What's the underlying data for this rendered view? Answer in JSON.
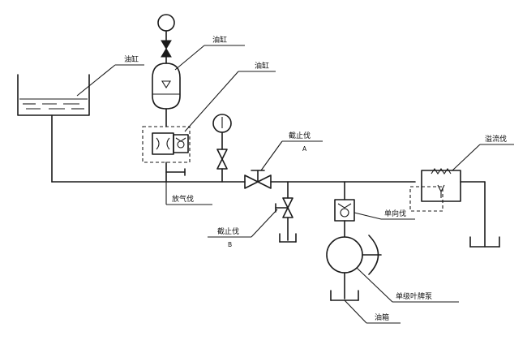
{
  "labels": {
    "tank_top": "油缸",
    "accumulator": "油缸",
    "filter_unit": "油缸",
    "stop_valve_a": "截止伐",
    "stop_valve_a_tag": "A",
    "relief_valve": "溢流伐",
    "vent_valve": "放气伐",
    "check_valve": "单向伐",
    "stop_valve_b": "截止伐",
    "stop_valve_b_tag": "B",
    "vane_pump": "单级叶牌泵",
    "oil_tank": "油箱"
  }
}
